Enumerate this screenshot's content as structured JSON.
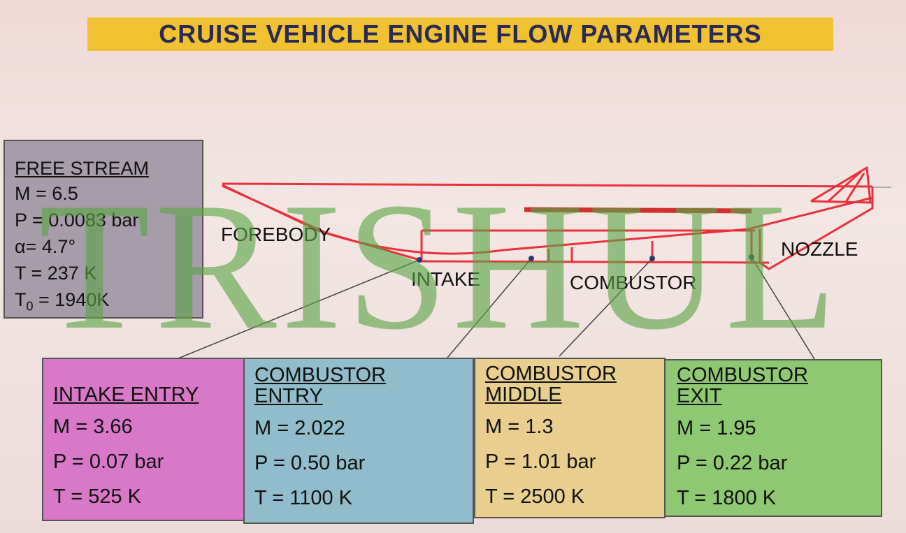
{
  "title": "CRUISE VEHICLE  ENGINE FLOW PARAMETERS",
  "free_stream": {
    "heading": "FREE STREAM",
    "M": "M = 6.5",
    "P": "P = 0.0083 bar",
    "alpha": "α= 4.7°",
    "T": "T = 237 K",
    "T0_prefix": "T",
    "T0_sub": "0",
    "T0_value": " = 1940K"
  },
  "labels": {
    "forebody": "FOREBODY",
    "intake": "INTAKE",
    "combustor": "COMBUSTOR",
    "nozzle": "NOZZLE"
  },
  "stations": [
    {
      "heading": "INTAKE ENTRY",
      "M": "M = 3.66",
      "P": "P = 0.07 bar",
      "T": "T = 525 K",
      "color": "#d978c6"
    },
    {
      "heading": "COMBUSTOR ENTRY",
      "M": "M = 2.022",
      "P": "P = 0.50 bar",
      "T": "T = 1100 K",
      "color": "#90bccb"
    },
    {
      "heading": "COMBUSTOR MIDDLE",
      "M": "M = 1.3",
      "P": "P = 1.01 bar",
      "T": "T = 2500 K",
      "color": "#e8cf8f"
    },
    {
      "heading": "COMBUSTOR EXIT",
      "M": "M = 1.95",
      "P": "P = 0.22 bar",
      "T": "T = 1800 K",
      "color": "#8fc872"
    }
  ],
  "watermark": "TRISHUL",
  "colors": {
    "title_bg": "#f0c232",
    "outline": "#e8323a"
  }
}
